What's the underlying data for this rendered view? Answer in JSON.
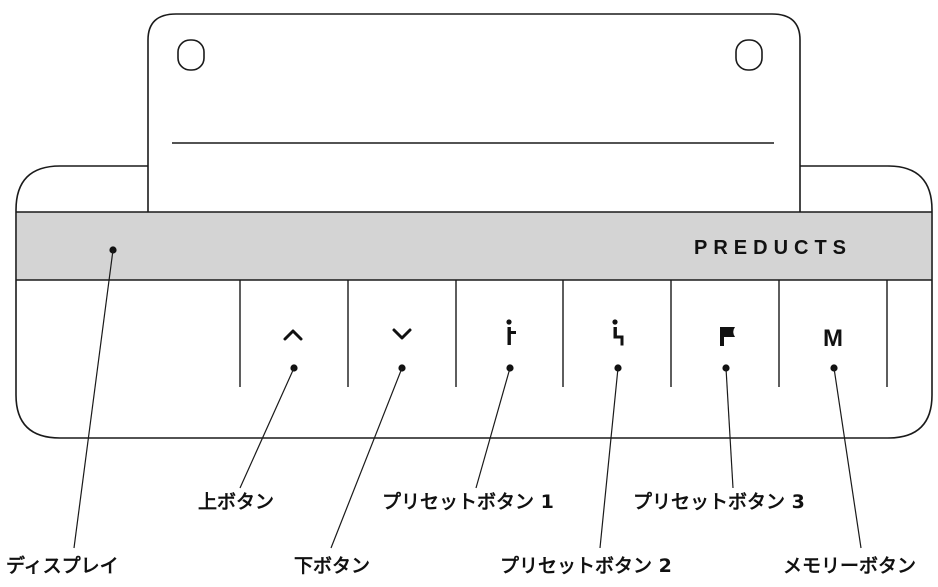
{
  "brand": "PREDUCTS",
  "buttons": [
    {
      "id": "up",
      "icon": "chevron-up-icon"
    },
    {
      "id": "down",
      "icon": "chevron-down-icon"
    },
    {
      "id": "preset1",
      "icon": "standing-person-icon"
    },
    {
      "id": "preset2",
      "icon": "sitting-person-icon"
    },
    {
      "id": "preset3",
      "icon": "flag-icon"
    },
    {
      "id": "memory",
      "icon": "letter-m-icon",
      "text": "M"
    }
  ],
  "labels": {
    "display": "ディスプレイ",
    "up": "上ボタン",
    "down": "下ボタン",
    "preset1": "プリセットボタン 1",
    "preset2": "プリセットボタン 2",
    "preset3": "プリセットボタン 3",
    "memory": "メモリーボタン"
  },
  "colors": {
    "outline": "#1a1a1a",
    "display_strip": "#d4d4d4",
    "background": "#ffffff"
  }
}
